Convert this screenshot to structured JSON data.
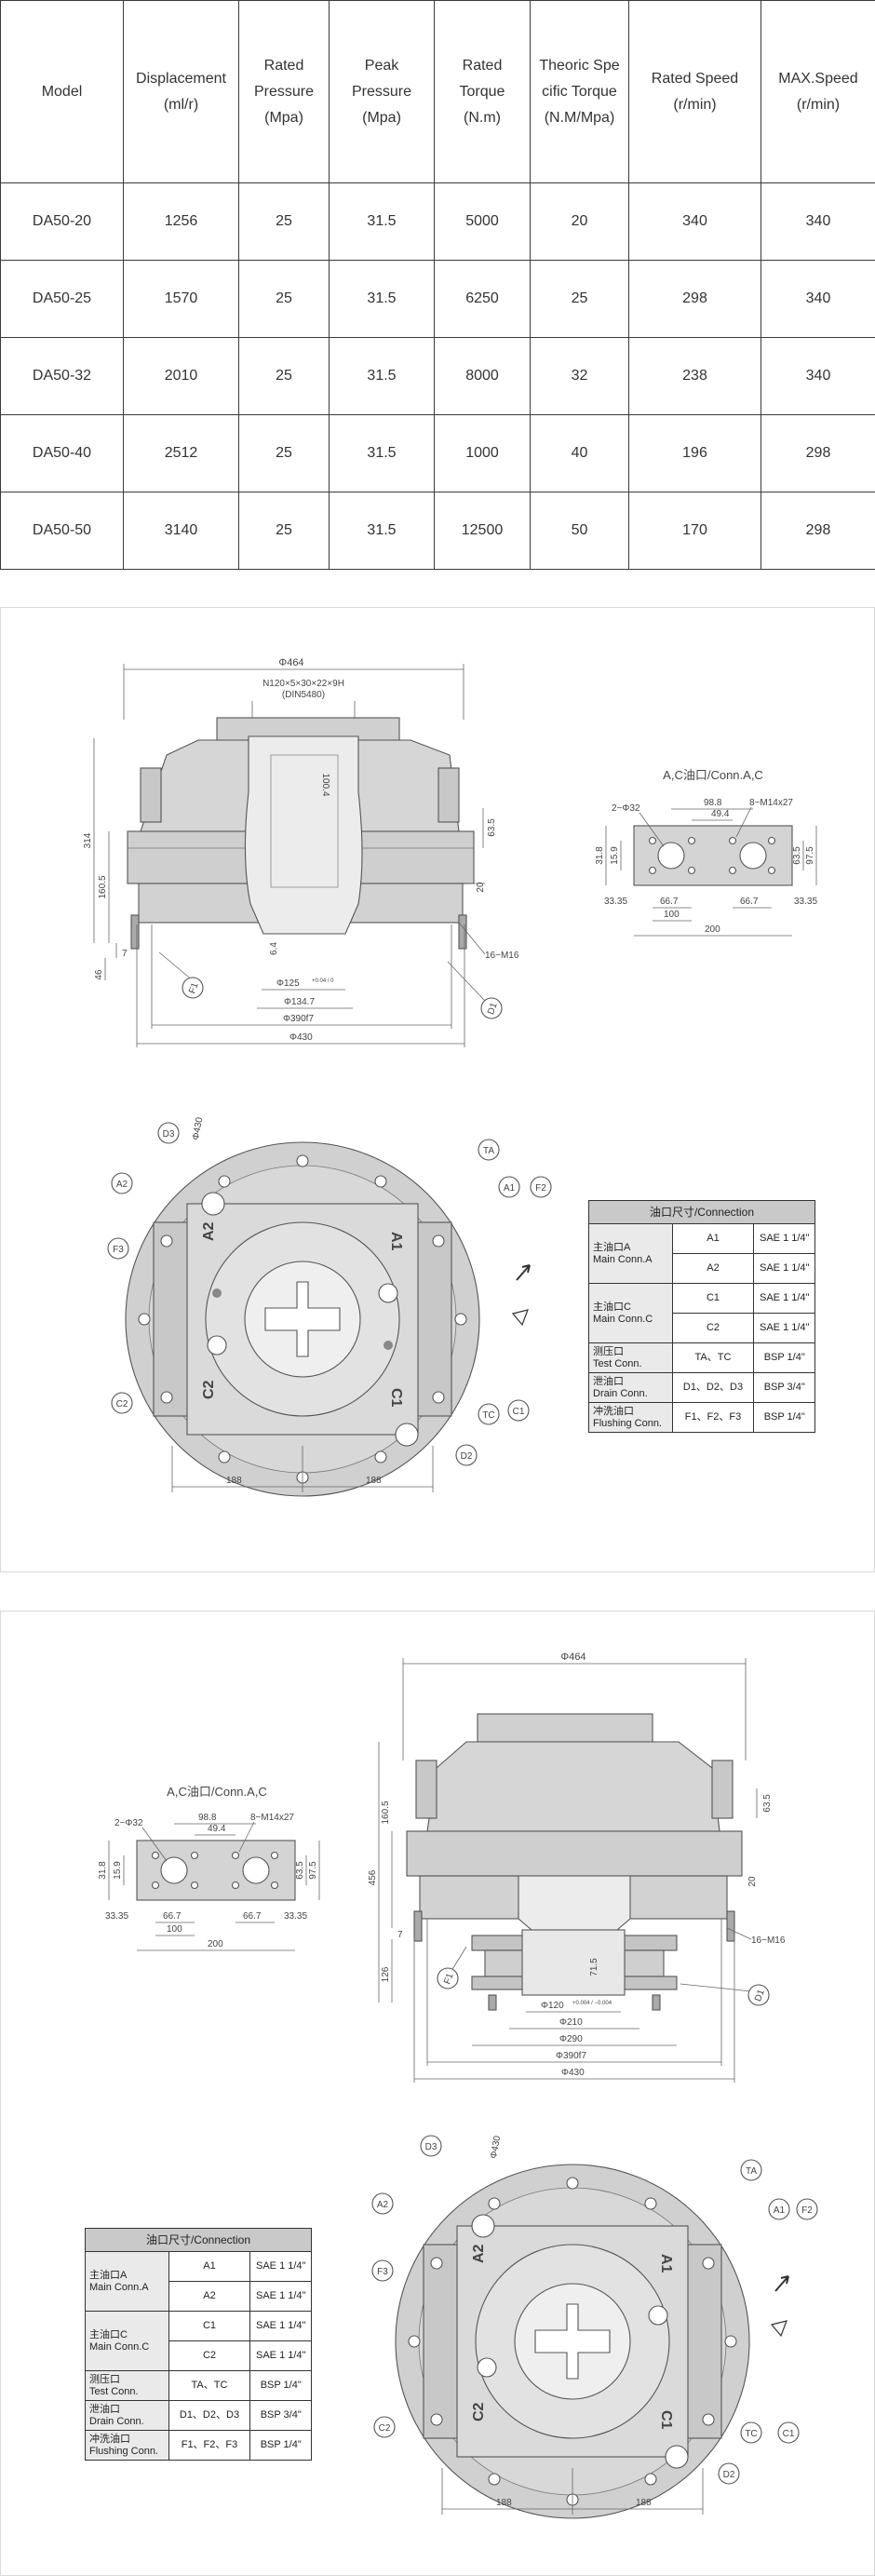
{
  "spec_table": {
    "headers": [
      "Model",
      "Displacement\n(ml/r)",
      "Rated\nPressure\n(Mpa)",
      "Peak\nPressure\n(Mpa)",
      "Rated\nTorque\n(N.m)",
      "Theoric Spe\ncific Torque\n(N.M/Mpa)",
      "Rated Speed\n(r/min)",
      "MAX.Speed\n(r/min)"
    ],
    "rows": [
      [
        "DA50-20",
        "1256",
        "25",
        "31.5",
        "5000",
        "20",
        "340",
        "340"
      ],
      [
        "DA50-25",
        "1570",
        "25",
        "31.5",
        "6250",
        "25",
        "298",
        "340"
      ],
      [
        "DA50-32",
        "2010",
        "25",
        "31.5",
        "8000",
        "32",
        "238",
        "340"
      ],
      [
        "DA50-40",
        "2512",
        "25",
        "31.5",
        "1000",
        "40",
        "196",
        "298"
      ],
      [
        "DA50-50",
        "3140",
        "25",
        "31.5",
        "12500",
        "50",
        "170",
        "298"
      ]
    ]
  },
  "drawing1": {
    "dims": {
      "d464": "Φ464",
      "spline": "N120×5×30×22×9H",
      "din": "(DIN5480)",
      "d1004": "100.4",
      "d635": "63.5",
      "d314": "314",
      "d1605": "160.5",
      "d20": "20",
      "d7": "7",
      "d46": "46",
      "d64": "6.4",
      "m16": "16−M16",
      "d125": "Φ125",
      "d125tol": "+0.04 / 0",
      "d1347": "Φ134.7",
      "d390": "Φ390f7",
      "d430": "Φ430"
    }
  },
  "drawing2": {
    "dims": {
      "d464": "Φ464",
      "d635": "63.5",
      "d1605": "160.5",
      "d456": "456",
      "d20": "20",
      "d7": "7",
      "d126": "126",
      "d715": "71.5",
      "m16": "16−M16",
      "d120": "Φ120",
      "d120tol": "+0.004 / −0.004",
      "d210": "Φ210",
      "d290": "Φ290",
      "d390": "Φ390f7",
      "d430": "Φ430"
    }
  },
  "port_detail": {
    "title": "A,C油口/Conn.A,C",
    "d98": "98.8",
    "d494": "49.4",
    "d2phi32": "2−Φ32",
    "m14": "8−M14x27",
    "d159": "15.9",
    "d318": "31.8",
    "d635": "63.5",
    "d975": "97.5",
    "d3335": "33.35",
    "d667": "66.7",
    "d100": "100",
    "d200": "200"
  },
  "bottom_view": {
    "labels": {
      "D3": "D3",
      "D1": "D1",
      "D2": "D2",
      "A2": "A2",
      "A1": "A1",
      "C1": "C1",
      "C2": "C2",
      "F1": "F1",
      "F2": "F2",
      "F3": "F3",
      "TA": "TA",
      "TC": "TC",
      "d430": "Φ430",
      "d188": "188"
    }
  },
  "connection_table": {
    "title": "油口尺寸/Connection",
    "groups": [
      {
        "name": "主油口A\nMain Conn.A",
        "rows": [
          [
            "A1",
            "SAE 1 1/4\""
          ],
          [
            "A2",
            "SAE 1 1/4\""
          ]
        ]
      },
      {
        "name": "主油口C\nMain Conn.C",
        "rows": [
          [
            "C1",
            "SAE 1 1/4\""
          ],
          [
            "C2",
            "SAE 1 1/4\""
          ]
        ]
      },
      {
        "name": "测压口\nTest Conn.",
        "rows": [
          [
            "TA、TC",
            "BSP 1/4\""
          ]
        ]
      },
      {
        "name": "泄油口\nDrain Conn.",
        "rows": [
          [
            "D1、D2、D3",
            "BSP 3/4\""
          ]
        ]
      },
      {
        "name": "冲洗油口\nFlushing Conn.",
        "rows": [
          [
            "F1、F2、F3",
            "BSP 1/4\""
          ]
        ]
      }
    ]
  },
  "colors": {
    "body_fill": "#d6d6d6",
    "dark_fill": "#bcbcbc",
    "line": "#555555",
    "table_border": "#3a3a3a",
    "header_fill": "#c9c9c9"
  }
}
